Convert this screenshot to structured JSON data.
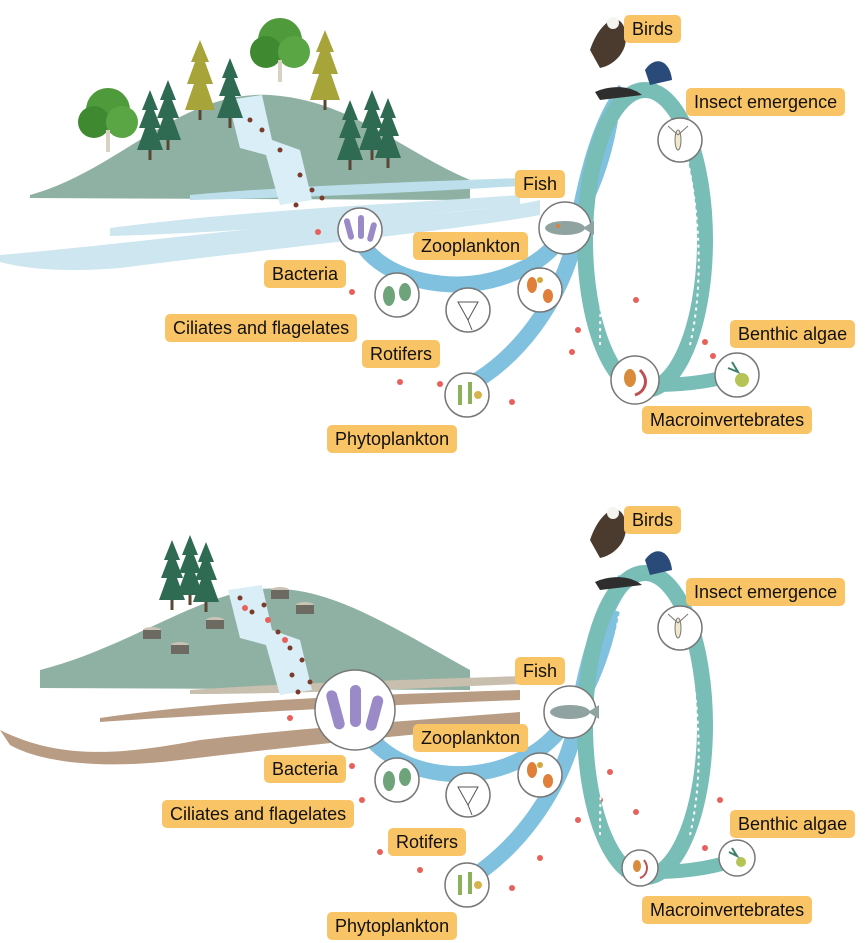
{
  "panels": [
    {
      "id": "intact",
      "labels": {
        "birds": "Birds",
        "insect_emergence": "Insect emergence",
        "fish": "Fish",
        "zooplankton": "Zooplankton",
        "bacteria": "Bacteria",
        "ciliates": "Ciliates and flagelates",
        "rotifers": "Rotifers",
        "benthic_algae": "Benthic algae",
        "macroinvertebrates": "Macroinvertebrates",
        "phytoplankton": "Phytoplankton"
      }
    },
    {
      "id": "logged",
      "labels": {
        "birds": "Birds",
        "insect_emergence": "Insect emergence",
        "fish": "Fish",
        "zooplankton": "Zooplankton",
        "bacteria": "Bacteria",
        "ciliates": "Ciliates and flagelates",
        "rotifers": "Rotifers",
        "benthic_algae": "Benthic algae",
        "macroinvertebrates": "Macroinvertebrates",
        "phytoplankton": "Phytoplankton"
      }
    }
  ],
  "colors": {
    "label_bg": "#f9c466",
    "blue_arrow": "#7fc1df",
    "teal_arrow": "#79bdb7",
    "hill": "#8fb1a3",
    "water": "#cde6f0",
    "sediment": "#b89c83",
    "dot": "#e8605a"
  }
}
